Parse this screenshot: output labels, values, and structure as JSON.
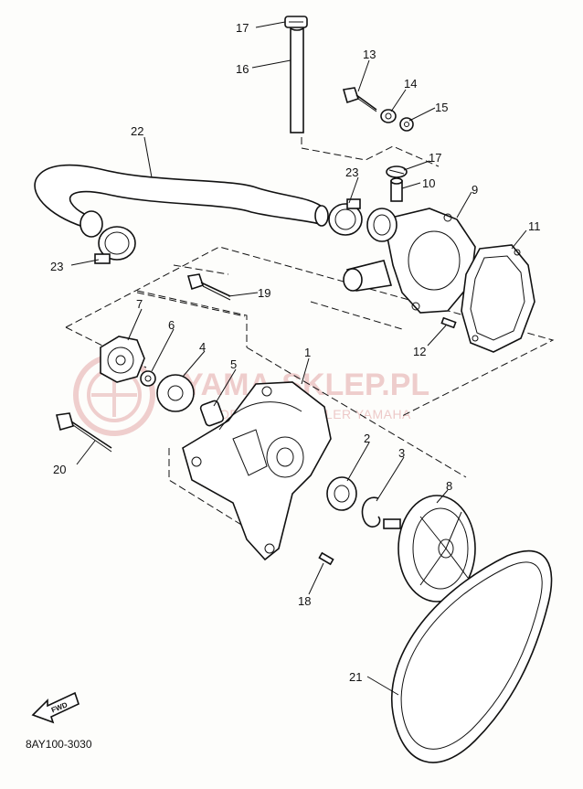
{
  "diagram": {
    "diagram_code": "8AY100-3030",
    "forward_label": "FWD",
    "watermark": {
      "main": "YAMA-SKLEP.PL",
      "sub": "OFICJALNY DEALER YAMAHA"
    },
    "callouts": [
      {
        "key": "1",
        "label": "1"
      },
      {
        "key": "2",
        "label": "2"
      },
      {
        "key": "3",
        "label": "3"
      },
      {
        "key": "4",
        "label": "4"
      },
      {
        "key": "5",
        "label": "5"
      },
      {
        "key": "6",
        "label": "6"
      },
      {
        "key": "7",
        "label": "7"
      },
      {
        "key": "8",
        "label": "8"
      },
      {
        "key": "9",
        "label": "9"
      },
      {
        "key": "10",
        "label": "10"
      },
      {
        "key": "11",
        "label": "11"
      },
      {
        "key": "12",
        "label": "12"
      },
      {
        "key": "13",
        "label": "13"
      },
      {
        "key": "14",
        "label": "14"
      },
      {
        "key": "15",
        "label": "15"
      },
      {
        "key": "16",
        "label": "16"
      },
      {
        "key": "17a",
        "label": "17"
      },
      {
        "key": "17b",
        "label": "17"
      },
      {
        "key": "18",
        "label": "18"
      },
      {
        "key": "19",
        "label": "19"
      },
      {
        "key": "20",
        "label": "20"
      },
      {
        "key": "21",
        "label": "21"
      },
      {
        "key": "22",
        "label": "22"
      },
      {
        "key": "23a",
        "label": "23"
      },
      {
        "key": "23b",
        "label": "23"
      }
    ]
  }
}
